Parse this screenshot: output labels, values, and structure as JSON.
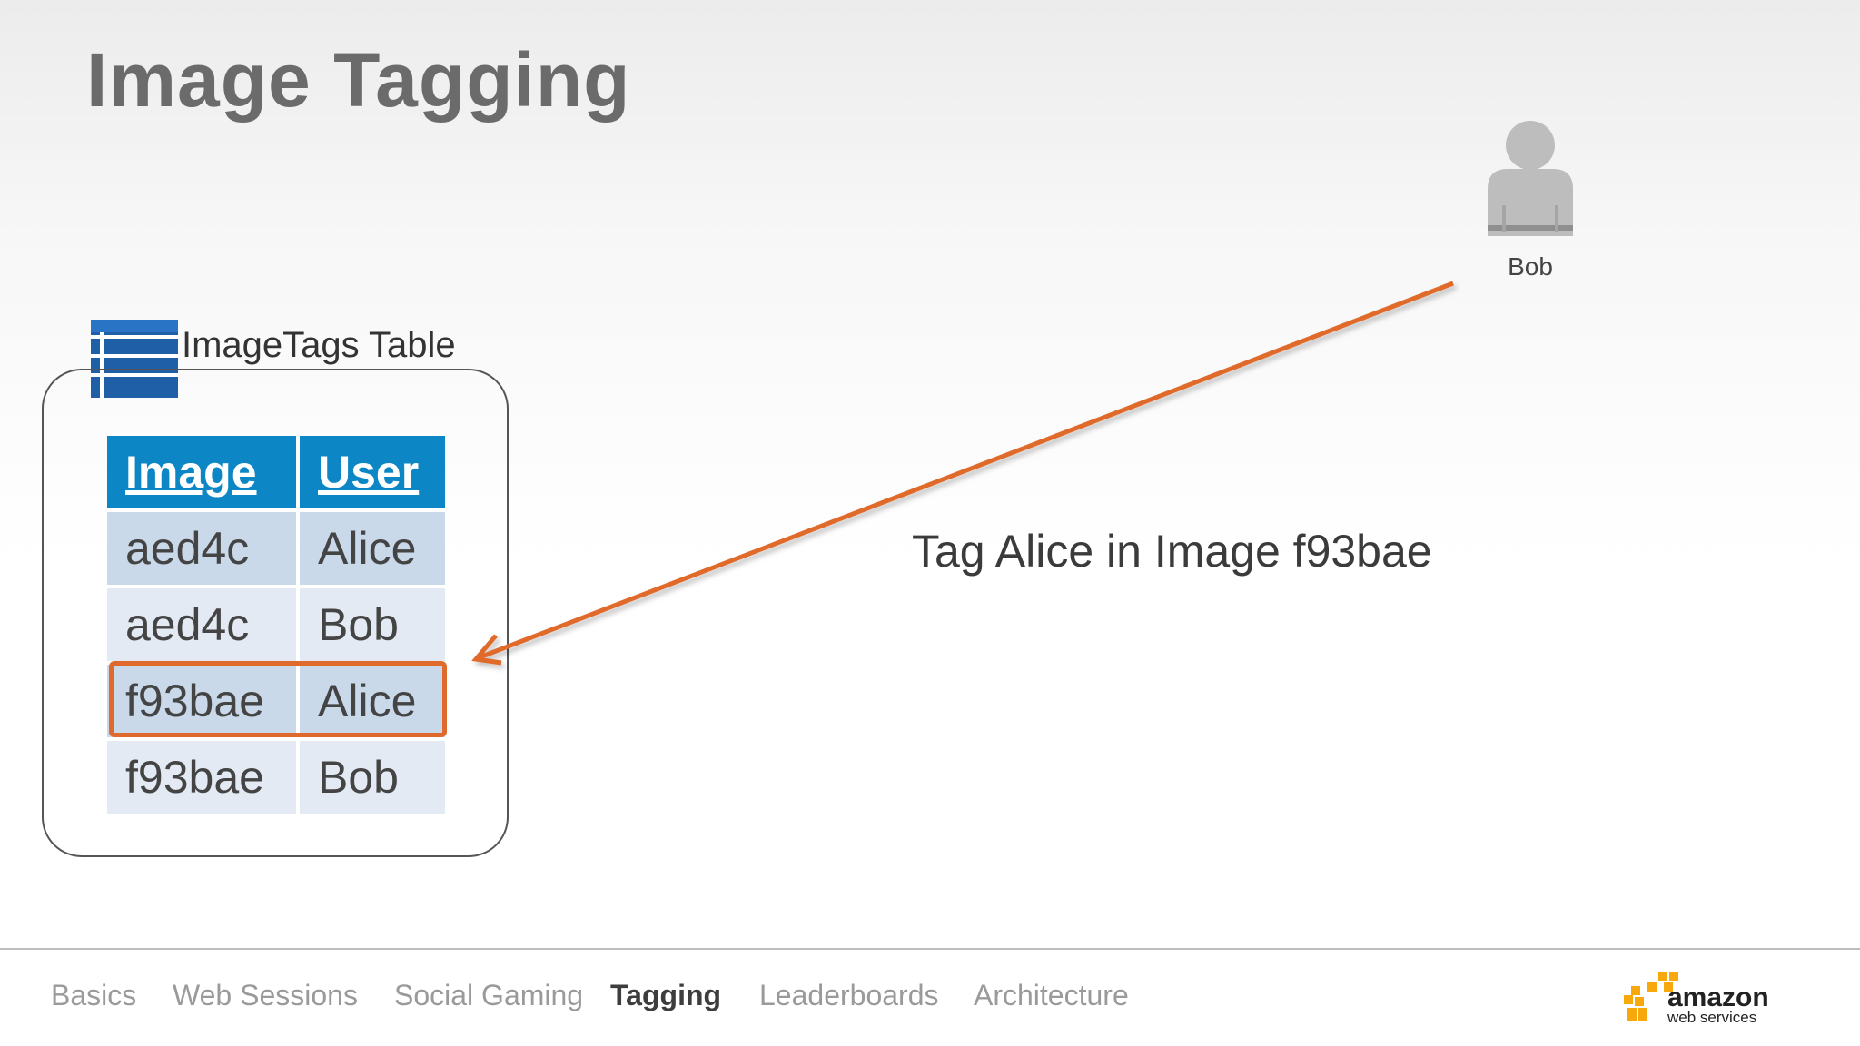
{
  "slide": {
    "title": "Image Tagging"
  },
  "user": {
    "name": "Bob",
    "icon": "user-silhouette-icon"
  },
  "table": {
    "label": "ImageTags Table",
    "icon": "database-table-icon",
    "headers": [
      "Image",
      "User"
    ],
    "rows": [
      [
        "aed4c",
        "Alice"
      ],
      [
        "aed4c",
        "Bob"
      ],
      [
        "f93bae",
        "Alice"
      ],
      [
        "f93bae",
        "Bob"
      ]
    ],
    "highlighted_row_index": 2
  },
  "action": {
    "text": "Tag Alice in Image f93bae"
  },
  "nav": {
    "items": [
      "Basics",
      "Web Sessions",
      "Social Gaming",
      "Tagging",
      "Leaderboards",
      "Architecture"
    ],
    "active_index": 3
  },
  "brand": {
    "logo_word": "amazon",
    "logo_sub": "web services"
  },
  "colors": {
    "title": "#6b6b6b",
    "header_bg": "#0c86c4",
    "row_dark": "#c9d9ea",
    "row_light": "#e3eaf3",
    "accent_arrow": "#e06a2c",
    "logo_orange": "#f7a80d"
  }
}
